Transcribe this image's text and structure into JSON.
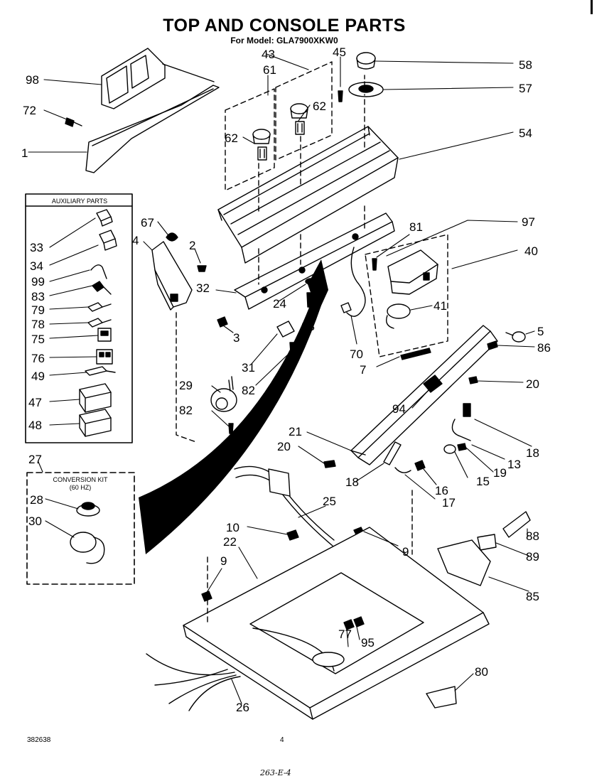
{
  "header": {
    "title": "TOP AND CONSOLE PARTS",
    "subtitle": "For Model: GLA7900XKW0"
  },
  "boxes": {
    "auxiliary_title": "AUXILIARY PARTS",
    "conversion_kit_line1": "CONVERSION KIT",
    "conversion_kit_line2": "(60 HZ)"
  },
  "callouts": [
    "98",
    "72",
    "1",
    "43",
    "61",
    "45",
    "58",
    "57",
    "62",
    "62",
    "54",
    "33",
    "34",
    "99",
    "83",
    "79",
    "78",
    "75",
    "76",
    "49",
    "47",
    "48",
    "67",
    "4",
    "2",
    "32",
    "3",
    "81",
    "97",
    "40",
    "41",
    "24",
    "23",
    "70",
    "5",
    "86",
    "7",
    "20",
    "94",
    "31",
    "82",
    "29",
    "82",
    "21",
    "20",
    "18",
    "13",
    "19",
    "15",
    "16",
    "17",
    "18",
    "27",
    "28",
    "30",
    "25",
    "10",
    "22",
    "9",
    "9",
    "88",
    "89",
    "85",
    "77",
    "95",
    "80",
    "26"
  ],
  "footer": {
    "doc_number": "382638",
    "page_number": "4",
    "handwritten_note": "263-E-4"
  }
}
